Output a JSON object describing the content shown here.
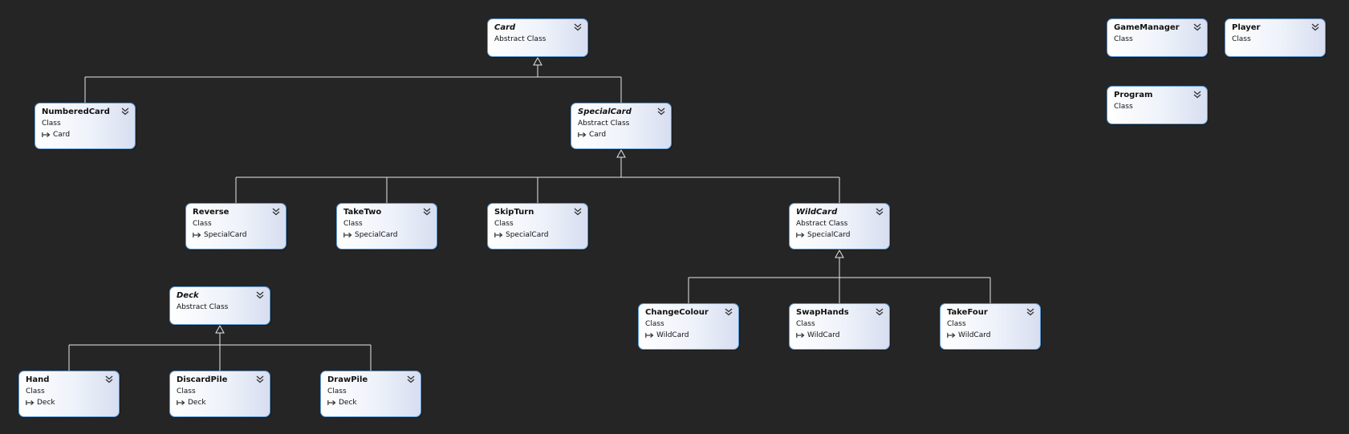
{
  "classes": [
    {
      "id": "card",
      "name": "Card",
      "kind": "Abstract Class",
      "base": "",
      "abstract": true
    },
    {
      "id": "numberedcard",
      "name": "NumberedCard",
      "kind": "Class",
      "base": "Card",
      "abstract": false
    },
    {
      "id": "specialcard",
      "name": "SpecialCard",
      "kind": "Abstract Class",
      "base": "Card",
      "abstract": true
    },
    {
      "id": "reverse",
      "name": "Reverse",
      "kind": "Class",
      "base": "SpecialCard",
      "abstract": false
    },
    {
      "id": "taketwo",
      "name": "TakeTwo",
      "kind": "Class",
      "base": "SpecialCard",
      "abstract": false
    },
    {
      "id": "skipturn",
      "name": "SkipTurn",
      "kind": "Class",
      "base": "SpecialCard",
      "abstract": false
    },
    {
      "id": "wildcard",
      "name": "WildCard",
      "kind": "Abstract Class",
      "base": "SpecialCard",
      "abstract": true
    },
    {
      "id": "changecolour",
      "name": "ChangeColour",
      "kind": "Class",
      "base": "WildCard",
      "abstract": false
    },
    {
      "id": "swaphands",
      "name": "SwapHands",
      "kind": "Class",
      "base": "WildCard",
      "abstract": false
    },
    {
      "id": "takefour",
      "name": "TakeFour",
      "kind": "Class",
      "base": "WildCard",
      "abstract": false
    },
    {
      "id": "deck",
      "name": "Deck",
      "kind": "Abstract Class",
      "base": "",
      "abstract": true
    },
    {
      "id": "hand",
      "name": "Hand",
      "kind": "Class",
      "base": "Deck",
      "abstract": false
    },
    {
      "id": "discardpile",
      "name": "DiscardPile",
      "kind": "Class",
      "base": "Deck",
      "abstract": false
    },
    {
      "id": "drawpile",
      "name": "DrawPile",
      "kind": "Class",
      "base": "Deck",
      "abstract": false
    },
    {
      "id": "gamemanager",
      "name": "GameManager",
      "kind": "Class",
      "base": "",
      "abstract": false
    },
    {
      "id": "player",
      "name": "Player",
      "kind": "Class",
      "base": "",
      "abstract": false
    },
    {
      "id": "program",
      "name": "Program",
      "kind": "Class",
      "base": "",
      "abstract": false
    }
  ],
  "colors": {
    "background": "#252526",
    "box_border": "#5b9bd5",
    "connector": "#e6e6e6"
  },
  "icons": {
    "collapse": "double-chevron-down-icon",
    "inheritance": "inherits-arrow-icon"
  }
}
